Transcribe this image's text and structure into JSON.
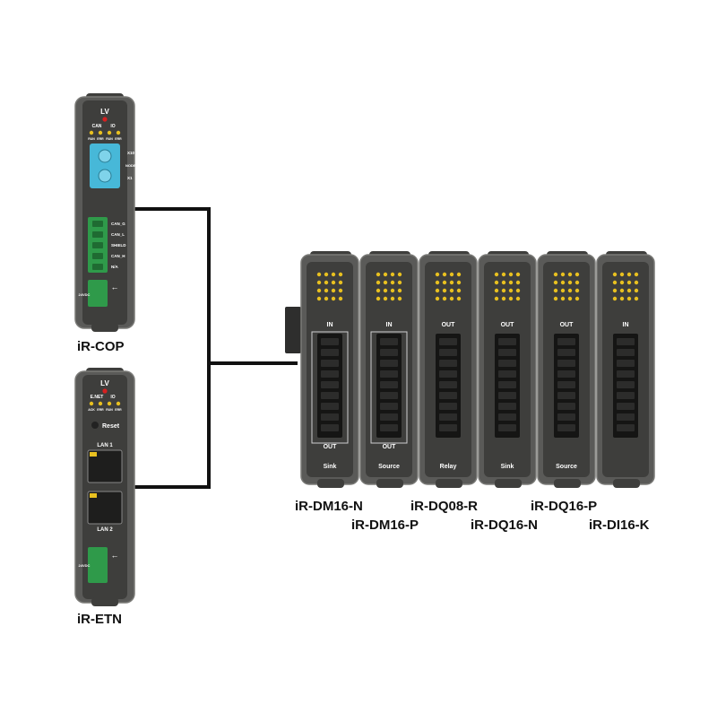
{
  "colors": {
    "background": "#ffffff",
    "module_body": "#5a5a58",
    "module_dark": "#3e3e3c",
    "module_edge": "#7a7a77",
    "terminal_green": "#2f9a4a",
    "rotary_blue": "#47b8d8",
    "led_yellow": "#e8c020",
    "led_red": "#d62020",
    "wire": "#111111"
  },
  "module_names": {
    "cop": "iR-COP",
    "etn": "iR-ETN",
    "dm16n": "iR-DM16-N",
    "dm16p": "iR-DM16-P",
    "dq08r": "iR-DQ08-R",
    "dq16n": "iR-DQ16-N",
    "dq16p": "iR-DQ16-P",
    "di16k": "iR-DI16-K"
  },
  "cop": {
    "lv": "LV",
    "led_group_left": "CAN",
    "led_group_right": "IO",
    "led_labels": [
      "RUN",
      "ERR",
      "RUN",
      "ERR"
    ],
    "rotary_labels": [
      "X10",
      "NODE",
      "X1"
    ],
    "terminal_labels": [
      "CAN_G",
      "CAN_L",
      "SHIELD",
      "CAN_H",
      "N/A"
    ],
    "power_label": "24VDC"
  },
  "etn": {
    "lv": "LV",
    "led_group_left": "E.NET",
    "led_group_right": "IO",
    "led_labels": [
      "ACK",
      "ERR",
      "RUN",
      "ERR"
    ],
    "reset": "Reset",
    "lan1": "LAN 1",
    "lan2": "LAN 2",
    "power_label": "24VDC"
  },
  "io_modules": [
    {
      "key": "dm16n",
      "type_label": "Sink",
      "top_label": "IN",
      "bottom_label": "OUT"
    },
    {
      "key": "dm16p",
      "type_label": "Source",
      "top_label": "IN",
      "bottom_label": "OUT"
    },
    {
      "key": "dq08r",
      "type_label": "Relay",
      "top_label": "OUT",
      "bottom_label": ""
    },
    {
      "key": "dq16n",
      "type_label": "Sink",
      "top_label": "OUT",
      "bottom_label": ""
    },
    {
      "key": "dq16p",
      "type_label": "Source",
      "top_label": "OUT",
      "bottom_label": ""
    },
    {
      "key": "di16k",
      "type_label": "",
      "top_label": "IN",
      "bottom_label": ""
    }
  ]
}
